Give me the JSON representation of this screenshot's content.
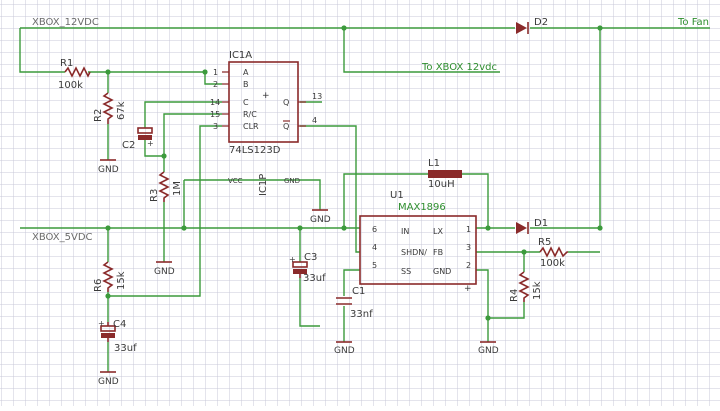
{
  "colors": {
    "wire": "#3c9a3c",
    "component": "#8a2a2a",
    "grid": "#c8c8d8",
    "label": "#6b6b6b",
    "net_label": "#2f8f2f"
  },
  "nets": {
    "v12": "XBOX_12VDC",
    "v5": "XBOX_5VDC",
    "to_fan": "To Fan",
    "to_xbox": "To XBOX 12vdc"
  },
  "parts": {
    "r1": {
      "name": "R1",
      "value": "100k"
    },
    "r2": {
      "name": "R2",
      "value": "67k"
    },
    "r3": {
      "name": "R3",
      "value": "1M"
    },
    "r4": {
      "name": "R4",
      "value": "15k"
    },
    "r5": {
      "name": "R5",
      "value": "100k"
    },
    "r6": {
      "name": "R6",
      "value": "15k"
    },
    "c1": {
      "name": "C1",
      "value": "33nf"
    },
    "c2": {
      "name": "C2"
    },
    "c3": {
      "name": "C3",
      "value": "33uf"
    },
    "c4": {
      "name": "C4",
      "value": "33uf"
    },
    "d1": {
      "name": "D1"
    },
    "d2": {
      "name": "D2"
    },
    "l1": {
      "name": "L1",
      "value": "10uH"
    }
  },
  "ic1": {
    "name": "IC1A",
    "part": "74LS123D",
    "pins_left": [
      {
        "num": "1",
        "name": "A"
      },
      {
        "num": "2",
        "name": "B"
      },
      {
        "num": "14",
        "name": "C"
      },
      {
        "num": "15",
        "name": "R/C"
      },
      {
        "num": "3",
        "name": "CLR"
      }
    ],
    "pins_right": [
      {
        "num": "13",
        "name": "Q"
      },
      {
        "num": "4",
        "name": "Q"
      }
    ]
  },
  "ic1p": {
    "name": "IC1P",
    "vdd": "VCC",
    "gnd": "GND"
  },
  "u1": {
    "name": "U1",
    "part": "MAX1896",
    "pins_left": [
      {
        "num": "6",
        "name": "IN"
      },
      {
        "num": "4",
        "name": "SHDN/"
      },
      {
        "num": "5",
        "name": "SS"
      }
    ],
    "pins_right": [
      {
        "num": "1",
        "name": "LX"
      },
      {
        "num": "3",
        "name": "FB"
      },
      {
        "num": "2",
        "name": "GND"
      }
    ]
  },
  "gnd_label": "GND",
  "polarity": "+"
}
